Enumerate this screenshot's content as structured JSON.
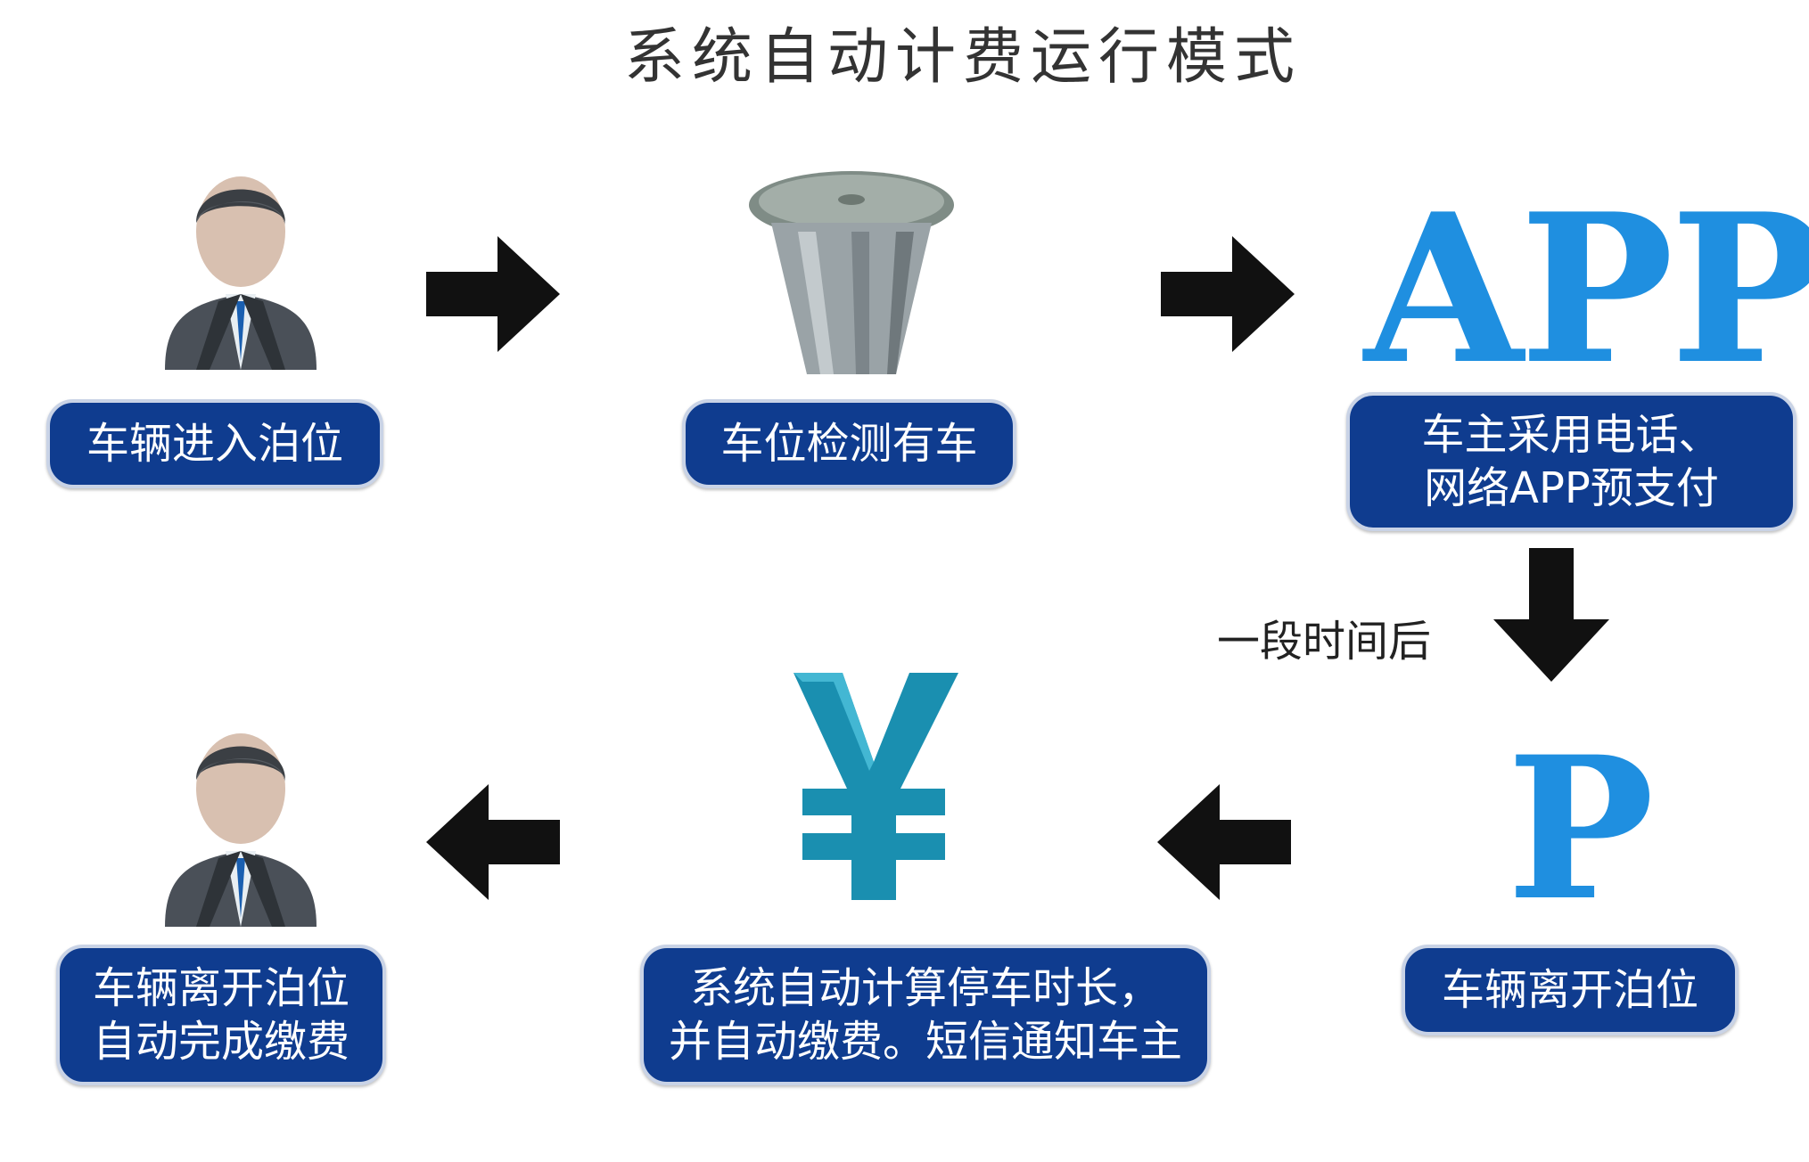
{
  "title": "系统自动计费运行模式",
  "steps": {
    "enter": {
      "label": "车辆进入泊位"
    },
    "detect": {
      "label": "车位检测有车"
    },
    "app": {
      "logo_text": "APP",
      "line1": "车主采用电话、",
      "line2": "网络APP预支付"
    },
    "leave": {
      "logo_text": "P",
      "label": "车辆离开泊位"
    },
    "charge": {
      "line1": "系统自动计算停车时长，",
      "line2": "并自动缴费。短信通知车主"
    },
    "done": {
      "line1": "车辆离开泊位",
      "line2": "自动完成缴费"
    }
  },
  "annotation": "一段时间后",
  "icons": [
    "businessman-icon",
    "parking-sensor-icon",
    "app-logo",
    "parking-p-logo",
    "yen-icon",
    "businessman-icon"
  ],
  "colors": {
    "pill_bg": "#0f3c8f",
    "logo_blue": "#1f8fe0",
    "yen_teal": "#1a8fb0",
    "arrow": "#111111"
  }
}
